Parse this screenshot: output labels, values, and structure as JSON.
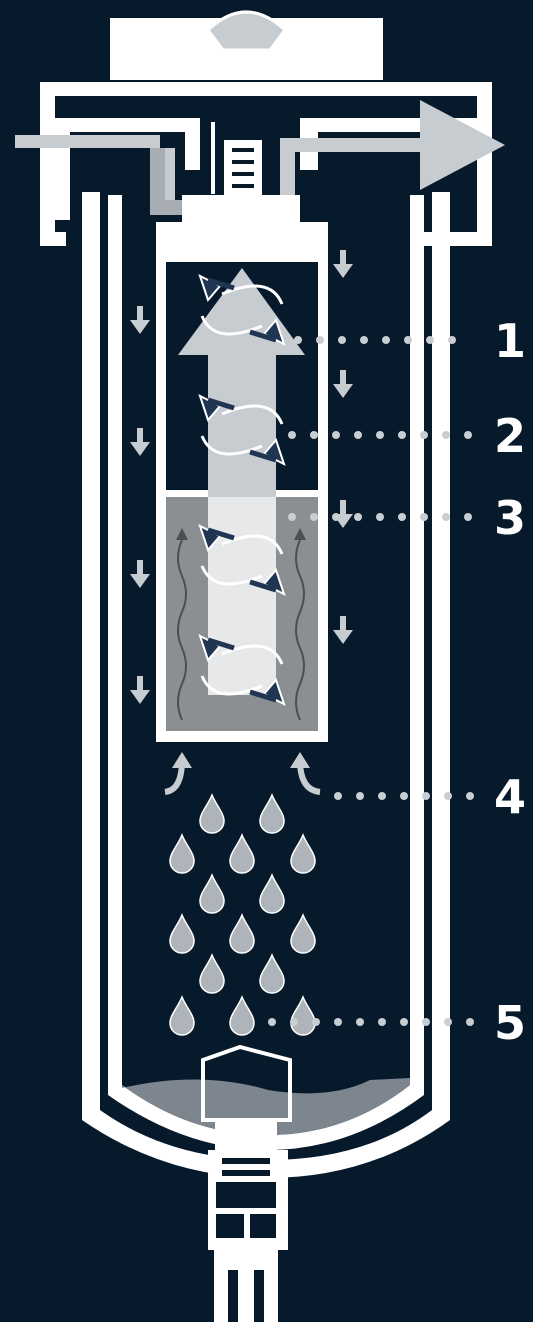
{
  "colors": {
    "background": "#071a2c",
    "housing": "#ffffff",
    "flow_light": "#c7ccd1",
    "filter_medium": "#8c8f92",
    "arrow_dark": "#1f3552",
    "droplet": "#aeb4ba",
    "leader_dots": "#c9ced2"
  },
  "callouts": [
    {
      "id": "1",
      "label": "1"
    },
    {
      "id": "2",
      "label": "2"
    },
    {
      "id": "3",
      "label": "3"
    },
    {
      "id": "4",
      "label": "4"
    },
    {
      "id": "5",
      "label": "5"
    }
  ]
}
